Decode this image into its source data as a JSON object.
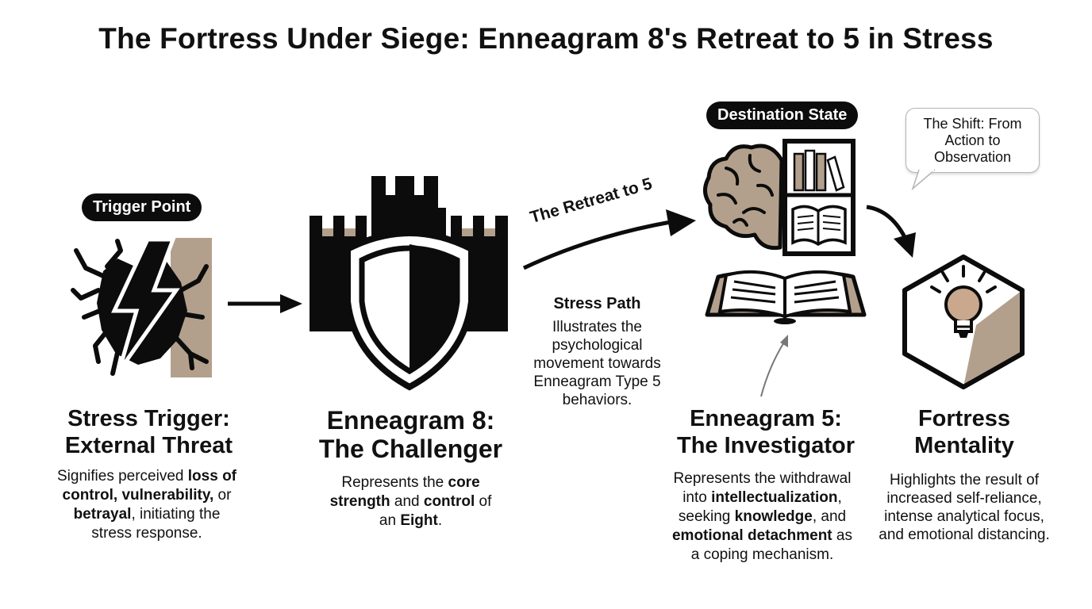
{
  "title": "The Fortress Under Siege: Enneagram 8's Retreat to 5 in Stress",
  "colors": {
    "accent": "#b3a08c",
    "ink": "#0c0c0c"
  },
  "trigger": {
    "pill": "Trigger Point",
    "heading_line1": "Stress Trigger:",
    "heading_line2": "External Threat",
    "desc": [
      [
        {
          "t": "Signifies perceived "
        },
        {
          "b": "loss of"
        }
      ],
      [
        {
          "b": "control, vulnerability,"
        },
        {
          "t": " or"
        }
      ],
      [
        {
          "b": "betrayal"
        },
        {
          "t": ", initiating the"
        }
      ],
      [
        {
          "t": "stress response."
        }
      ]
    ]
  },
  "challenger": {
    "heading_line1": "Enneagram 8:",
    "heading_line2": "The Challenger",
    "desc": [
      [
        {
          "t": "Represents the "
        },
        {
          "b": "core"
        }
      ],
      [
        {
          "b": "strength"
        },
        {
          "t": " and "
        },
        {
          "b": "control"
        },
        {
          "t": " of"
        }
      ],
      [
        {
          "t": "an "
        },
        {
          "b": "Eight"
        },
        {
          "t": "."
        }
      ]
    ]
  },
  "path": {
    "arrow_label": "The Retreat to 5",
    "heading": "Stress Path",
    "desc_lines": [
      "Illustrates the",
      "psychological",
      "movement towards",
      "Enneagram Type 5",
      "behaviors."
    ]
  },
  "investigator": {
    "pill": "Destination State",
    "heading_line1": "Enneagram 5:",
    "heading_line2": "The Investigator",
    "desc": [
      [
        {
          "t": "Represents the withdrawal"
        }
      ],
      [
        {
          "t": "into "
        },
        {
          "b": "intellectualization"
        },
        {
          "t": ","
        }
      ],
      [
        {
          "t": "seeking "
        },
        {
          "b": "knowledge"
        },
        {
          "t": ", and"
        }
      ],
      [
        {
          "b": "emotional detachment"
        },
        {
          "t": " as"
        }
      ],
      [
        {
          "t": "a coping mechanism."
        }
      ]
    ]
  },
  "shift_bubble": {
    "lines": [
      "The Shift: From",
      "Action to",
      "Observation"
    ]
  },
  "fortress": {
    "heading_line1": "Fortress",
    "heading_line2": "Mentality",
    "desc_lines": [
      "Highlights the result of",
      "increased self-reliance,",
      "intense analytical focus,",
      "and emotional distancing."
    ]
  },
  "icons": [
    "lightning-crack-icon",
    "castle-shield-icon",
    "brain-bookshelf-icon",
    "open-book-icon",
    "lightbulb-cube-icon"
  ]
}
